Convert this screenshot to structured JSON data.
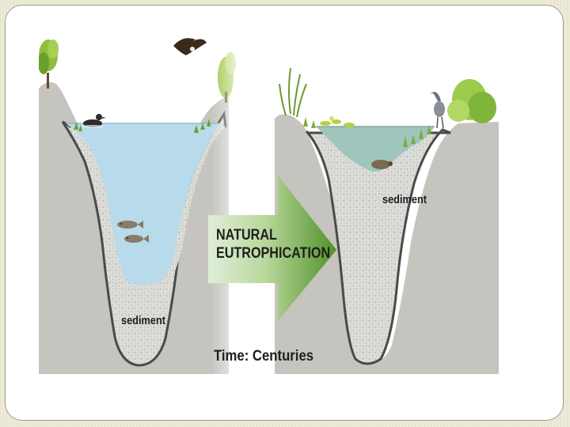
{
  "diagram": {
    "arrow_label_lines": [
      "NATURAL",
      "EUTROPHICATION"
    ],
    "sediment_label_left": "sediment",
    "sediment_label_right": "sediment",
    "time_label": "Time: Centuries"
  },
  "colors": {
    "ground": "#c6c4be",
    "sediment": "#d9d9d5",
    "sediment_outline": "#4a4a4a",
    "deep_water": "#b7dbea",
    "shallow_water": "#9fc6bc",
    "arrow_light": "#d8ebd0",
    "arrow_dark": "#5a9a2e",
    "vegetation": "#7cae3c"
  }
}
